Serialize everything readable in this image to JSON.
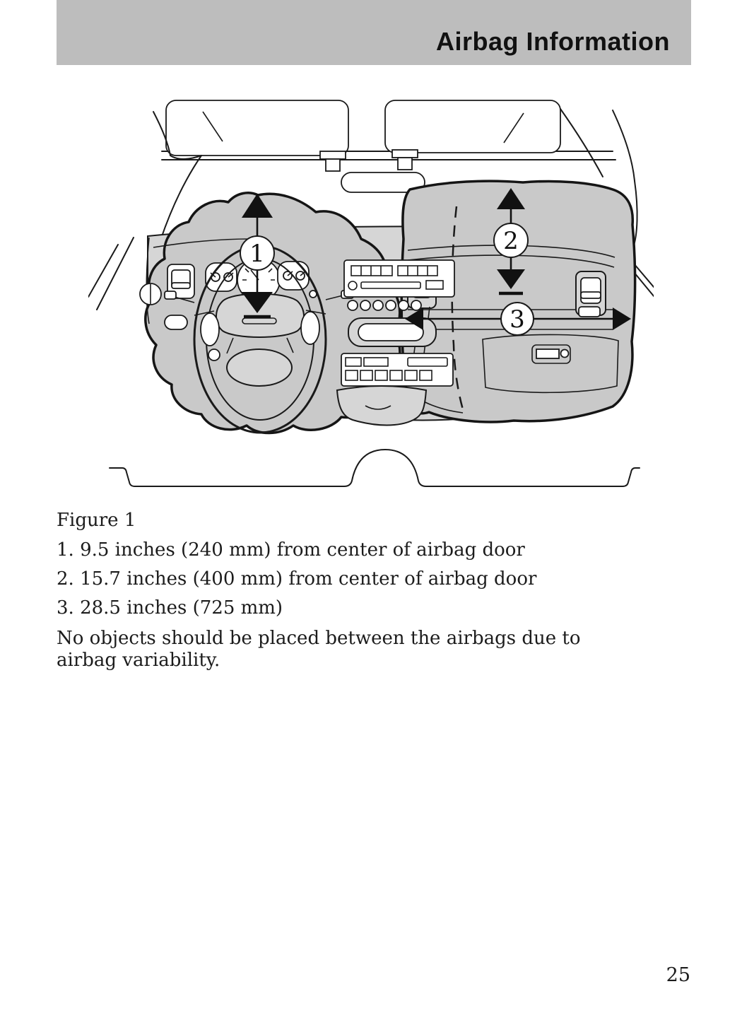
{
  "header": {
    "title": "Airbag Information",
    "bar_color": "#bdbdbd",
    "text_color": "#111111"
  },
  "figure": {
    "caption": "Figure 1",
    "description": "Front dashboard illustration showing driver and passenger airbag deployment zones",
    "callouts": [
      {
        "label": "1",
        "meaning": "driver airbag vertical clearance"
      },
      {
        "label": "2",
        "meaning": "passenger airbag vertical clearance"
      },
      {
        "label": "3",
        "meaning": "passenger airbag horizontal width"
      }
    ],
    "legend_items": [
      "1. 9.5 inches (240 mm) from center of airbag door",
      "2. 15.7 inches (400 mm) from center of airbag door",
      "3. 28.5 inches (725 mm)"
    ],
    "note": "No objects should be placed between the airbags due to airbag variability.",
    "colors": {
      "airbag_zone_fill": "#c9c9c9",
      "dashboard_fill": "#d6d6d6",
      "line": "#1a1a1a"
    }
  },
  "page": {
    "number": "25"
  }
}
